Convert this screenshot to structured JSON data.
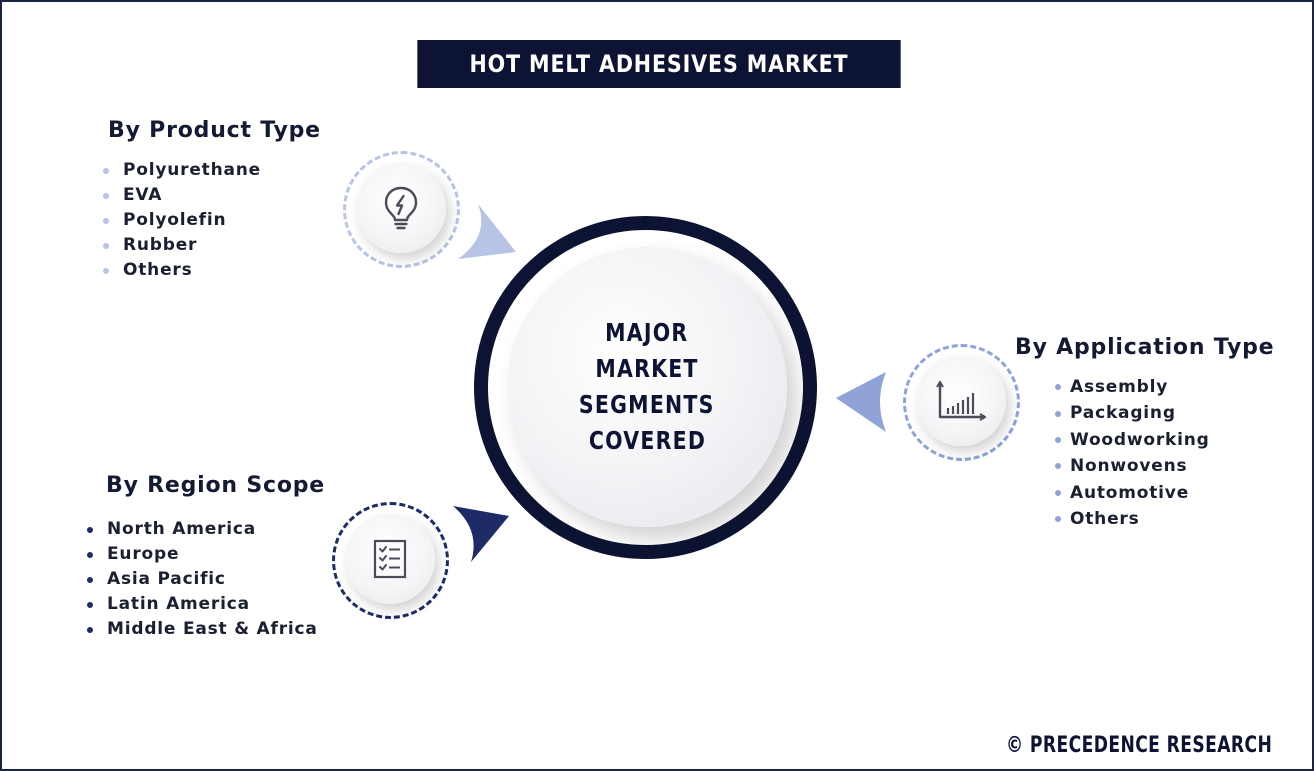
{
  "title": "HOT MELT ADHESIVES MARKET",
  "center": {
    "lines": [
      "MAJOR",
      "MARKET",
      "SEGMENTS",
      "COVERED"
    ]
  },
  "segments": {
    "product": {
      "heading": "By Product Type",
      "icon": "lightbulb-icon",
      "items": [
        "Polyurethane",
        "EVA",
        "Polyolefin",
        "Rubber",
        "Others"
      ]
    },
    "application": {
      "heading": "By Application Type",
      "icon": "growth-chart-icon",
      "items": [
        "Assembly",
        "Packaging",
        "Woodworking",
        "Nonwovens",
        "Automotive",
        "Others"
      ]
    },
    "region": {
      "heading": "By Region Scope",
      "icon": "checklist-icon",
      "items": [
        "North America",
        "Europe",
        "Asia Pacific",
        "Latin America",
        "Middle East & Africa"
      ]
    }
  },
  "footer": "© PRECEDENCE RESEARCH",
  "colors": {
    "navy": "#0d1433",
    "light_blue": "#b7c4e6",
    "mid_blue": "#8fa3d8",
    "dark_navy": "#1d2b66"
  }
}
